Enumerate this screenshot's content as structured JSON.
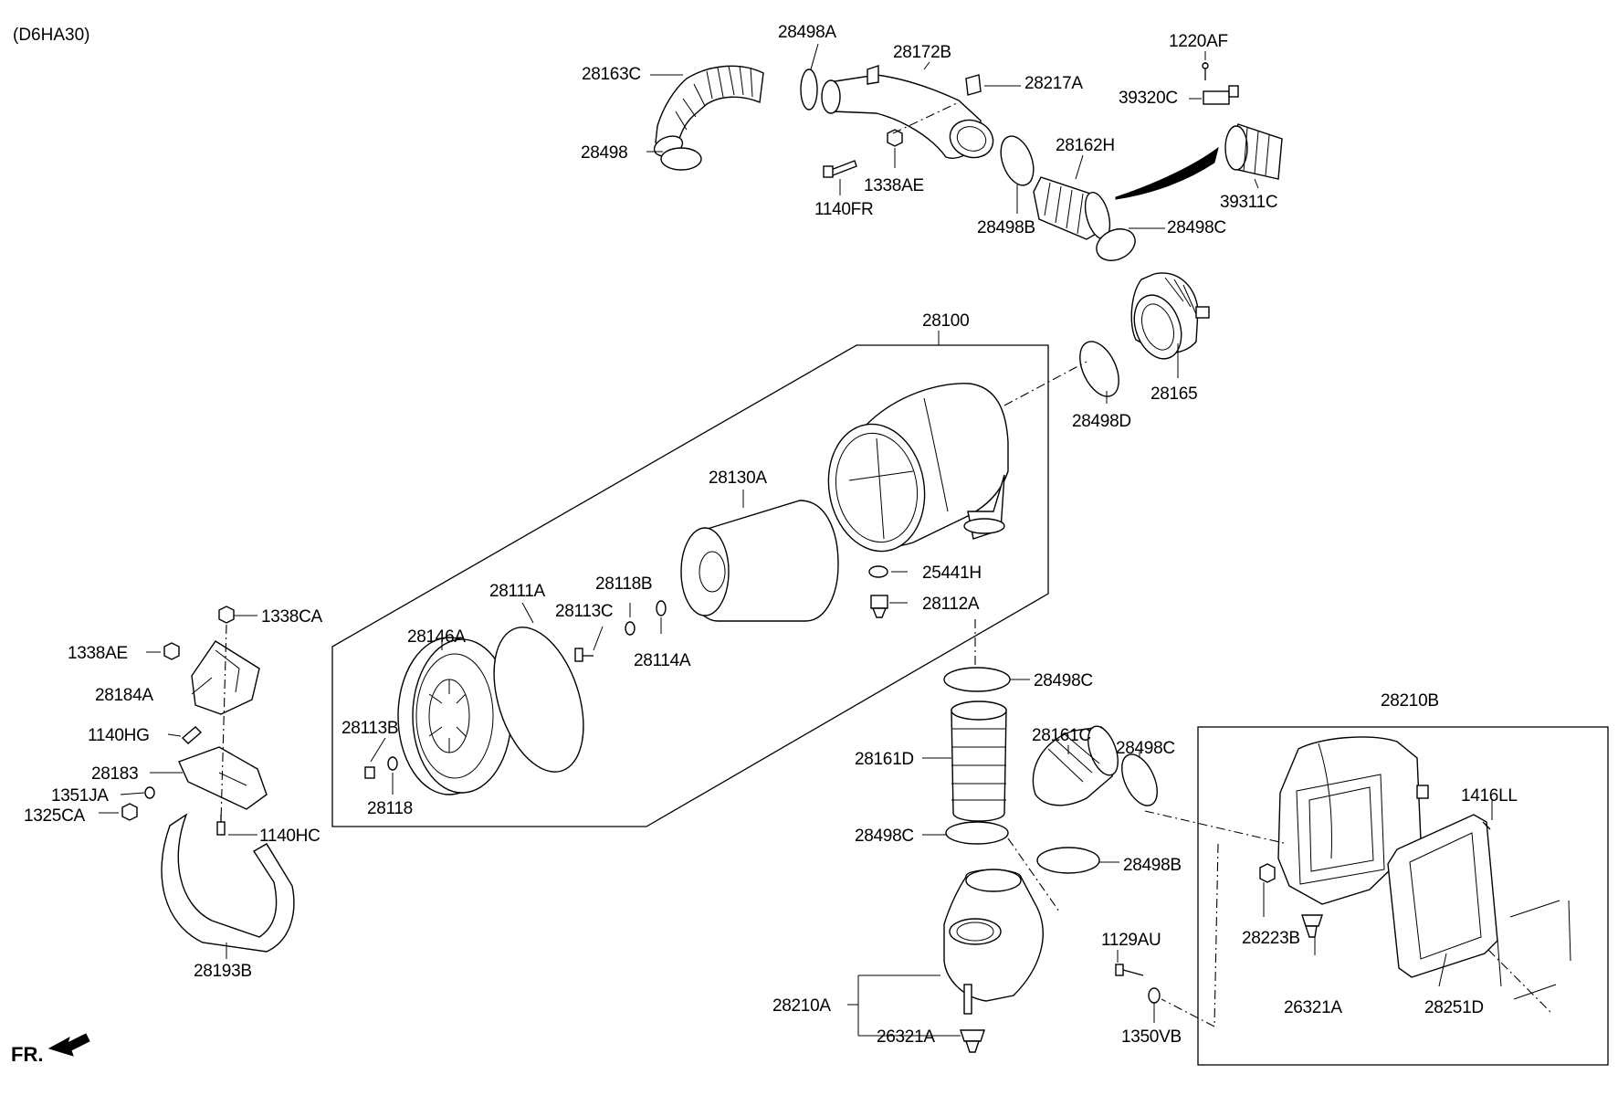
{
  "model_code": "(D6HA30)",
  "direction_label": "FR.",
  "parts": {
    "p28498A": "28498A",
    "p28163C": "28163C",
    "p28172B": "28172B",
    "p28217A": "28217A",
    "p1220AF": "1220AF",
    "p39320C": "39320C",
    "p28498_top": "28498",
    "p1338AE_top": "1338AE",
    "p1140FR": "1140FR",
    "p28162H": "28162H",
    "p39311C": "39311C",
    "p28498B_top": "28498B",
    "p28498C_top": "28498C",
    "p28100": "28100",
    "p28165": "28165",
    "p28498D": "28498D",
    "p28130A": "28130A",
    "p25441H": "25441H",
    "p28112A": "28112A",
    "p28111A": "28111A",
    "p28118B": "28118B",
    "p28113C": "28113C",
    "p28146A": "28146A",
    "p28114A": "28114A",
    "p28113B": "28113B",
    "p28118": "28118",
    "p1338CA": "1338CA",
    "p1338AE_left": "1338AE",
    "p28184A": "28184A",
    "p1140HG": "1140HG",
    "p28183": "28183",
    "p1351JA": "1351JA",
    "p1325CA": "1325CA",
    "p1140HC": "1140HC",
    "p28193B": "28193B",
    "p28498C_mid": "28498C",
    "p28161D": "28161D",
    "p28161C": "28161C",
    "p28498C_right": "28498C",
    "p28498C_low": "28498C",
    "p28498B_low": "28498B",
    "p28210B": "28210B",
    "p1416LL": "1416LL",
    "p28223B": "28223B",
    "p26321A_right": "26321A",
    "p28251D": "28251D",
    "p1129AU": "1129AU",
    "p1350VB": "1350VB",
    "p28210A": "28210A",
    "p26321A_bottom": "26321A"
  }
}
